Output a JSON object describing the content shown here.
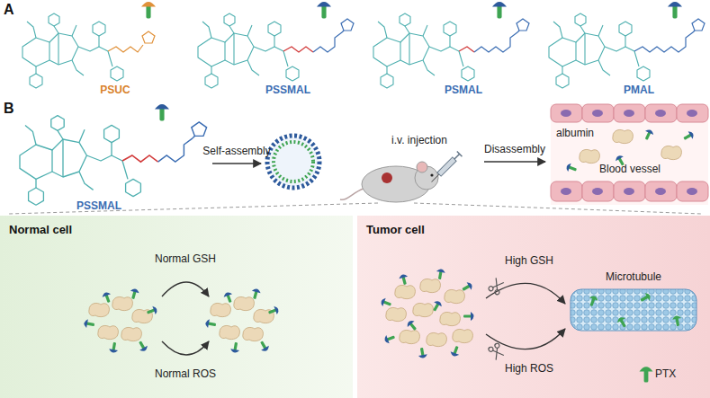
{
  "diagram": {
    "nodes": [
      {
        "text": [
          "Normal cell"
        ]
      },
      {
        "text": [
          "Tumor cell"
        ]
      }
    ],
    "labels": [
      "A",
      "B",
      "PSUC",
      "PSSMAL",
      "PSMAL",
      "PMAL",
      "PSSMAL",
      "Self-assembly",
      "i.v. injection",
      "Disassembly",
      "albumin",
      "Blood vessel",
      "Normal GSH",
      "Normal ROS",
      "High GSH",
      "High ROS",
      "Microtubule"
    ],
    "legend": [
      {
        "text": "PTX"
      }
    ]
  }
}
